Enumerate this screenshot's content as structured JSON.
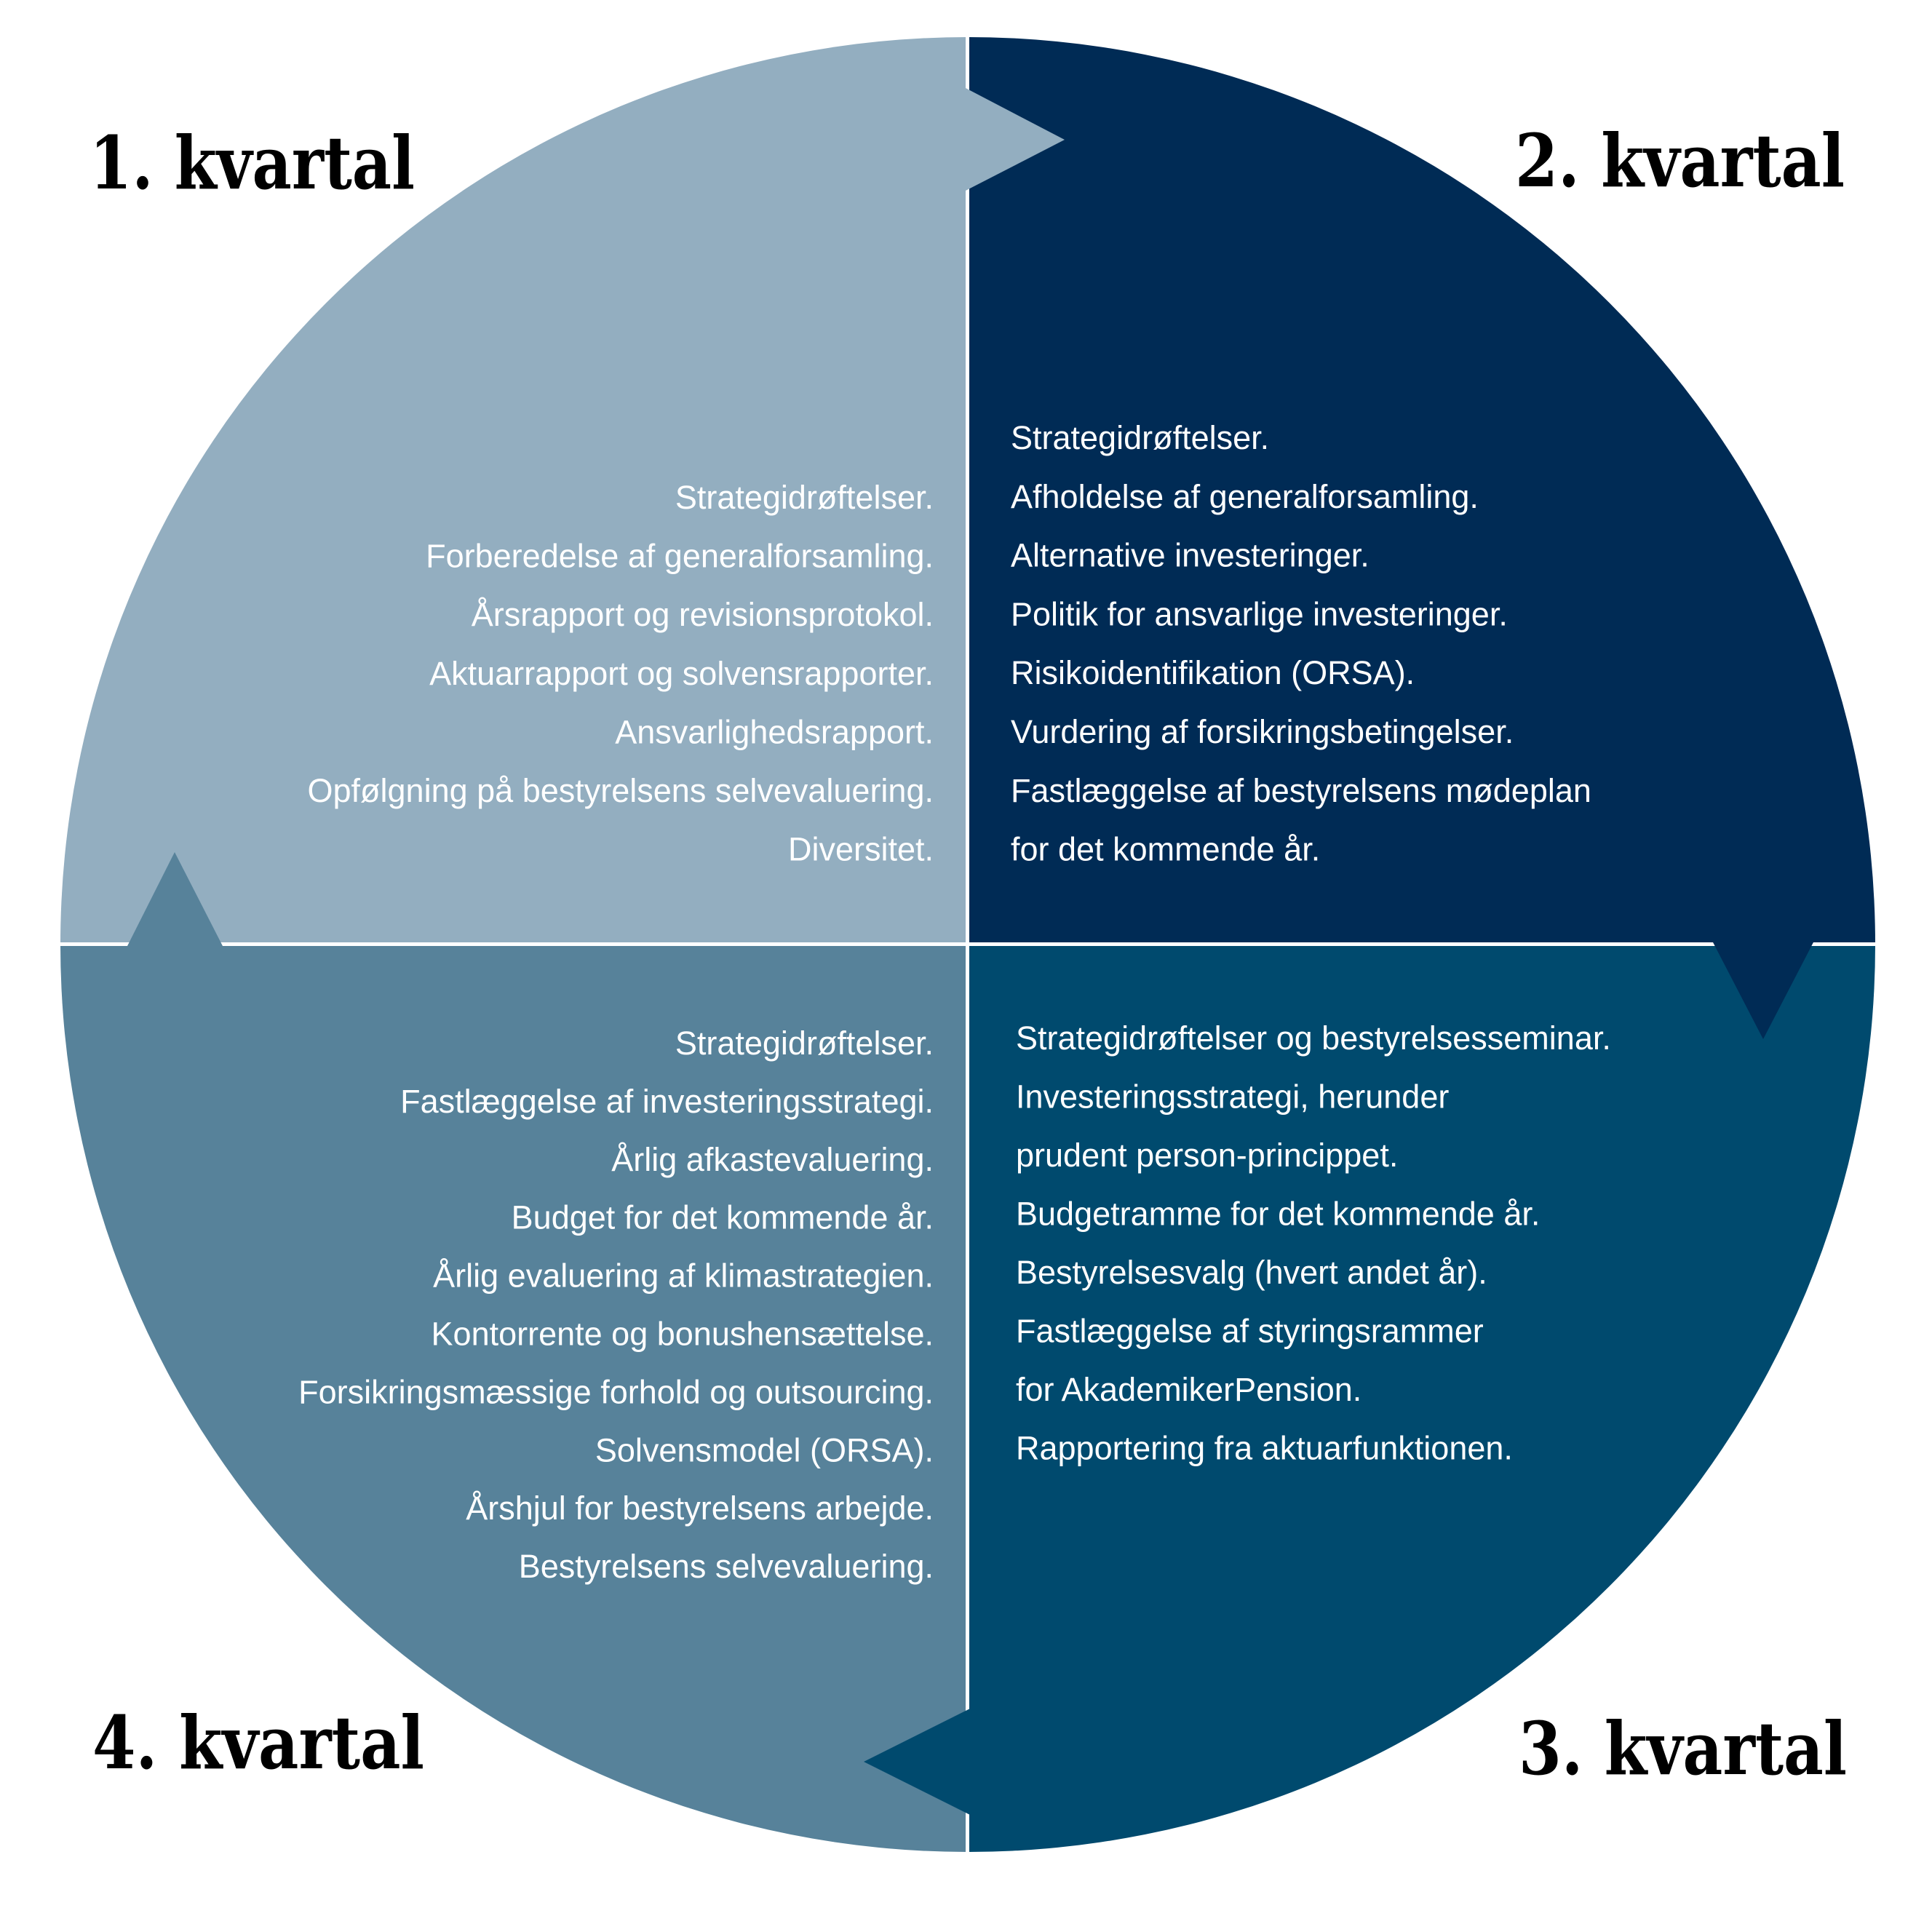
{
  "colors": {
    "q1": "#93aec0",
    "q2": "#002b55",
    "q3": "#004a6e",
    "q4": "#57829a",
    "divider": "#ffffff",
    "heading": "#000000",
    "item_text": "#ffffff"
  },
  "quarters": [
    {
      "heading": "1. kvartal",
      "arrow_direction": "right",
      "items": [
        "Strategidrøftelser.",
        "Forberedelse af generalforsamling.",
        "Årsrapport og revisionsprotokol.",
        "Aktuarrapport og solvensrapporter.",
        "Ansvarlighedsrapport.",
        "Opfølgning på bestyrelsens selvevaluering.",
        "Diversitet."
      ]
    },
    {
      "heading": "2. kvartal",
      "arrow_direction": "down",
      "items": [
        "Strategidrøftelser.",
        "Afholdelse af generalforsamling.",
        "Alternative investeringer.",
        "Politik for ansvarlige investeringer.",
        "Risikoidentifikation (ORSA).",
        "Vurdering af forsikringsbetingelser.",
        "Fastlæggelse af bestyrelsens mødeplan",
        "for det kommende år."
      ]
    },
    {
      "heading": "3. kvartal",
      "arrow_direction": "left",
      "items": [
        "Strategidrøftelser og bestyrelsesseminar.",
        "Investeringsstrategi, herunder",
        "prudent person-princippet.",
        "Budgetramme for det kommende år.",
        "Bestyrelsesvalg (hvert andet år).",
        "Fastlæggelse af styringsrammer",
        "for AkademikerPension.",
        "Rapportering fra aktuarfunktionen."
      ]
    },
    {
      "heading": "4. kvartal",
      "arrow_direction": "up",
      "items": [
        "Strategidrøftelser.",
        "Fastlæggelse af investeringsstrategi.",
        "Årlig afkastevaluering.",
        "Budget for det kommende år.",
        "Årlig evaluering af klimastrategien.",
        "Kontorrente og bonushensættelse.",
        "Forsikringsmæssige forhold og outsourcing.",
        "Solvensmodel (ORSA).",
        "Årshjul for bestyrelsens arbejde.",
        "Bestyrelsens selvevaluering."
      ]
    }
  ]
}
